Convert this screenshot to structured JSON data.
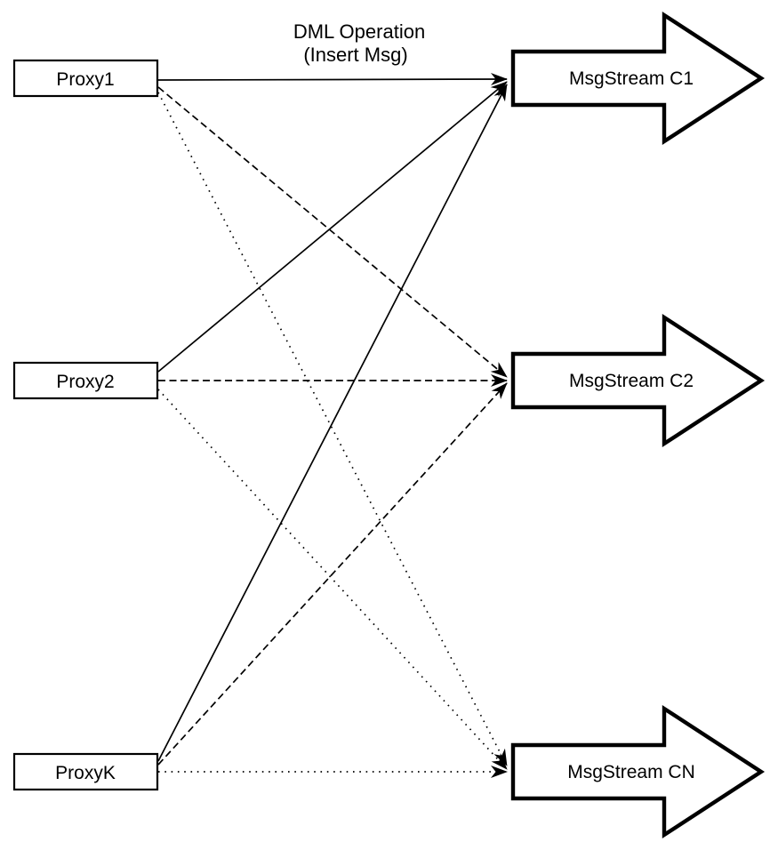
{
  "title": {
    "line1": "DML Operation",
    "line2": "(Insert Msg)"
  },
  "proxies": [
    {
      "id": "proxy1",
      "label": "Proxy1"
    },
    {
      "id": "proxy2",
      "label": "Proxy2"
    },
    {
      "id": "proxyk",
      "label": "ProxyK"
    }
  ],
  "streams": [
    {
      "id": "c1",
      "label": "MsgStream C1"
    },
    {
      "id": "c2",
      "label": "MsgStream C2"
    },
    {
      "id": "cn",
      "label": "MsgStream CN"
    }
  ],
  "edges": [
    {
      "from": "Proxy1",
      "to": "MsgStream C1",
      "style": "solid"
    },
    {
      "from": "Proxy1",
      "to": "MsgStream C2",
      "style": "dashed"
    },
    {
      "from": "Proxy1",
      "to": "MsgStream CN",
      "style": "dotted"
    },
    {
      "from": "Proxy2",
      "to": "MsgStream C1",
      "style": "solid"
    },
    {
      "from": "Proxy2",
      "to": "MsgStream C2",
      "style": "dashed"
    },
    {
      "from": "Proxy2",
      "to": "MsgStream CN",
      "style": "dotted"
    },
    {
      "from": "ProxyK",
      "to": "MsgStream C1",
      "style": "solid"
    },
    {
      "from": "ProxyK",
      "to": "MsgStream C2",
      "style": "dashed"
    },
    {
      "from": "ProxyK",
      "to": "MsgStream CN",
      "style": "dotted"
    }
  ],
  "colors": {
    "stroke": "#000000",
    "background": "#ffffff",
    "shape_fill": "#ffffff"
  }
}
